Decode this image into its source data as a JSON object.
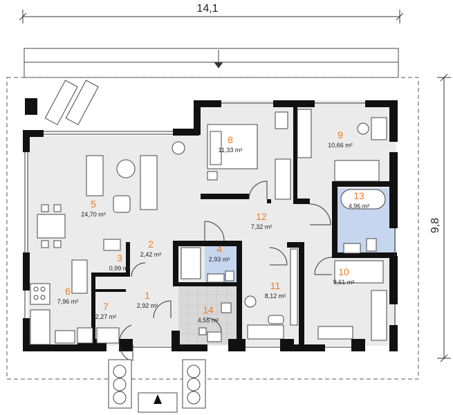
{
  "dimensions": {
    "width": "14,1",
    "depth": "9,8"
  },
  "rooms": [
    {
      "id": "1",
      "number": "1",
      "area": "2,92 m²"
    },
    {
      "id": "2",
      "number": "2",
      "area": "2,42 m²"
    },
    {
      "id": "3",
      "number": "3",
      "area": "0,99 m²"
    },
    {
      "id": "4",
      "number": "4",
      "area": "2,93 m²"
    },
    {
      "id": "5",
      "number": "5",
      "area": "24,70 m²"
    },
    {
      "id": "6",
      "number": "6",
      "area": "7,96 m²"
    },
    {
      "id": "7",
      "number": "7",
      "area": "2,27 m²"
    },
    {
      "id": "8",
      "number": "8",
      "area": "11,33 m²"
    },
    {
      "id": "9",
      "number": "9",
      "area": "10,66 m²"
    },
    {
      "id": "10",
      "number": "10",
      "area": "9,61 m²"
    },
    {
      "id": "11",
      "number": "11",
      "area": "8,12 m²"
    },
    {
      "id": "12",
      "number": "12",
      "area": "7,32 m²"
    },
    {
      "id": "13",
      "number": "13",
      "area": "4,96 m²"
    },
    {
      "id": "14",
      "number": "14",
      "area": "4,55 m²"
    }
  ],
  "colors": {
    "wall": "#111111",
    "floor": "#ebebeb",
    "bath_tile": "#c7d6ef",
    "label_orange": "#f07a1e"
  }
}
